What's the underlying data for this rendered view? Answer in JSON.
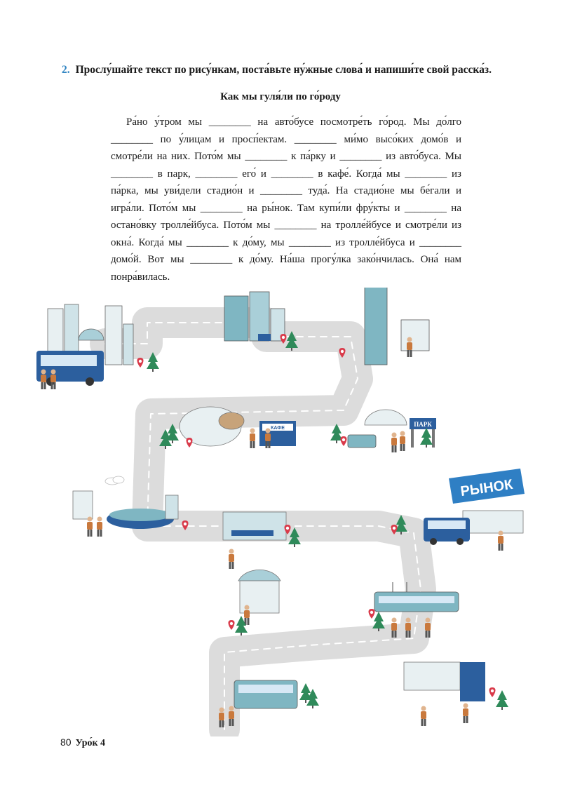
{
  "task": {
    "number": "2.",
    "instruction": "Прослу́шайте текст по рису́нкам, поста́вьте ну́жные слова́ и напиши́те свой расска́з."
  },
  "story": {
    "title": "Как мы гуля́ли по го́роду",
    "text": "Ра́но у́тром мы ________ на авто́бусе посмотре́ть го́род. Мы до́лго ________ по у́лицам и просп́ектам. ________ ми́мо высо́ких домо́в и смотре́ли на них. Пото́м мы ________ к па́рку и ________ из авто́буса. Мы ________ в парк, ________ его́ и ________ в кафе́. Когда́ мы ________ из па́рка, мы уви́дели стадио́н и ________ туда́. На стадио́не мы бе́гали и игра́ли. Пото́м мы ________ на ры́нок. Там купи́ли фру́кты и ________ на остано́вку тролле́йбуса. Пото́м мы ________ на тролле́йбусе и смотре́ли из окна́. Когда́ мы ________ к до́му, мы ________ из тролле́йбуса и ________ домо́й. Вот мы ________ к до́му. На́ша прогу́лка зако́нчилась. Она́ нам понра́вилась."
  },
  "illustration": {
    "signs": {
      "cafe": "КАФЕ",
      "park": "ПАРК",
      "market": "РЫНОК"
    }
  },
  "footer": {
    "page_number": "80",
    "lesson": "Уро́к 4"
  },
  "colors": {
    "task_number": "#2f84c2",
    "road": "#dcdcdc",
    "building_teal": "#7fb6c2",
    "bus_blue": "#2c5f9e",
    "market_sign": "#2f7fc4",
    "pin_red": "#d93a4a",
    "tree_green": "#2f8a5a"
  }
}
